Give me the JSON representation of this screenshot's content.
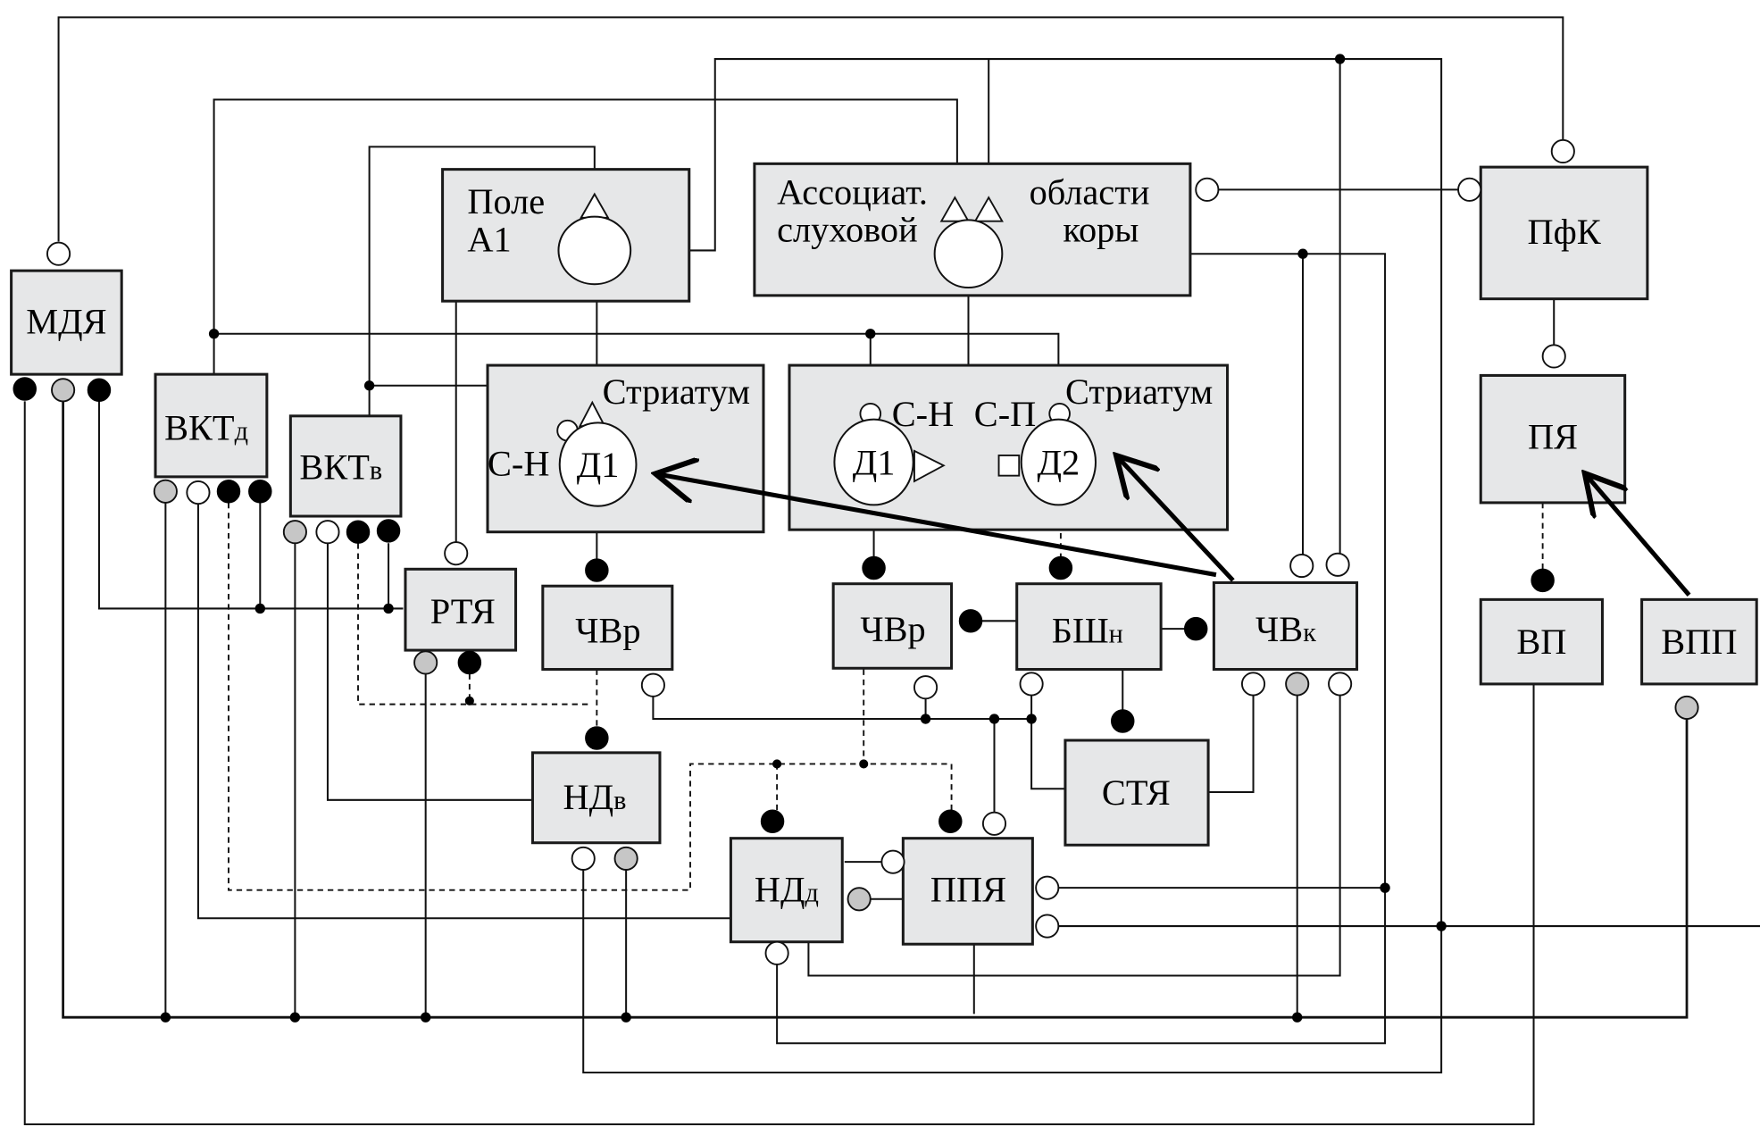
{
  "diagram": {
    "mdya": {
      "main": "МДЯ"
    },
    "vktd": {
      "main": "ВКТ",
      "sub": "д"
    },
    "vktv": {
      "main": "ВКТ",
      "sub": "в"
    },
    "field_a1": {
      "line1": "Поле",
      "line2": "A1"
    },
    "assoc": {
      "w1": "Ассоциат.",
      "w2": "слуховой",
      "w3": "области",
      "w4": "коры"
    },
    "pfk": {
      "main": "ПфК"
    },
    "pya": {
      "main": "ПЯ"
    },
    "striatum_left": {
      "title": "Стриатум",
      "sn": "С-Н",
      "d1": "Д1"
    },
    "striatum_right": {
      "title": "Стриатум",
      "sn": "С-Н",
      "sp": "С-П",
      "d1": "Д1",
      "d2": "Д2"
    },
    "rtya": {
      "main": "РТЯ"
    },
    "chvr_left": {
      "main": "ЧВр"
    },
    "chvr_right": {
      "main": "ЧВр"
    },
    "bshn": {
      "main": "БШ",
      "sub": "н"
    },
    "chvk": {
      "main": "ЧВ",
      "sub": "к"
    },
    "stya": {
      "main": "СТЯ"
    },
    "ndv": {
      "main": "НД",
      "sub": "в"
    },
    "ndd": {
      "main": "НД",
      "sub": "д"
    },
    "ppya": {
      "main": "ППЯ"
    },
    "vp": {
      "main": "ВП"
    },
    "vpp": {
      "main": "ВПП"
    },
    "synapse_colors": {
      "excitatory_open": "#ffffff",
      "inhibitory_filled": "#000000",
      "modulatory_gray": "#c6c6c6"
    }
  }
}
